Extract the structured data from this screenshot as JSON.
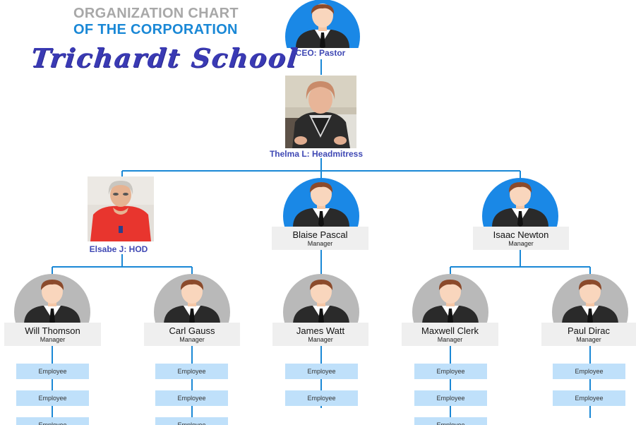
{
  "header": {
    "title_line1": "ORGANIZATION CHART",
    "title_line2": "OF THE CORPORATION",
    "school_name": "Trichardt School"
  },
  "top": {
    "ceo_caption": "CEO: Pastor",
    "head_caption": "Thelma L: Headmitress"
  },
  "level2": {
    "hod_caption": "Elsabe J: HOD",
    "blaise": {
      "name": "Blaise Pascal",
      "role": "Manager"
    },
    "isaac": {
      "name": "Isaac Newton",
      "role": "Manager"
    }
  },
  "managers": [
    {
      "name": "Will Thomson",
      "role": "Manager"
    },
    {
      "name": "Carl Gauss",
      "role": "Manager"
    },
    {
      "name": "James Watt",
      "role": "Manager"
    },
    {
      "name": "Maxwell Clerk",
      "role": "Manager"
    },
    {
      "name": "Paul Dirac",
      "role": "Manager"
    }
  ],
  "employee_label": "Employee",
  "colors": {
    "connector": "#1a88d6",
    "avatar_blue": "#1a88e6",
    "avatar_gray": "#b9b9b9",
    "name_box": "#efefef",
    "employee_box": "#bfe0fa",
    "caption": "#3f48b4"
  }
}
